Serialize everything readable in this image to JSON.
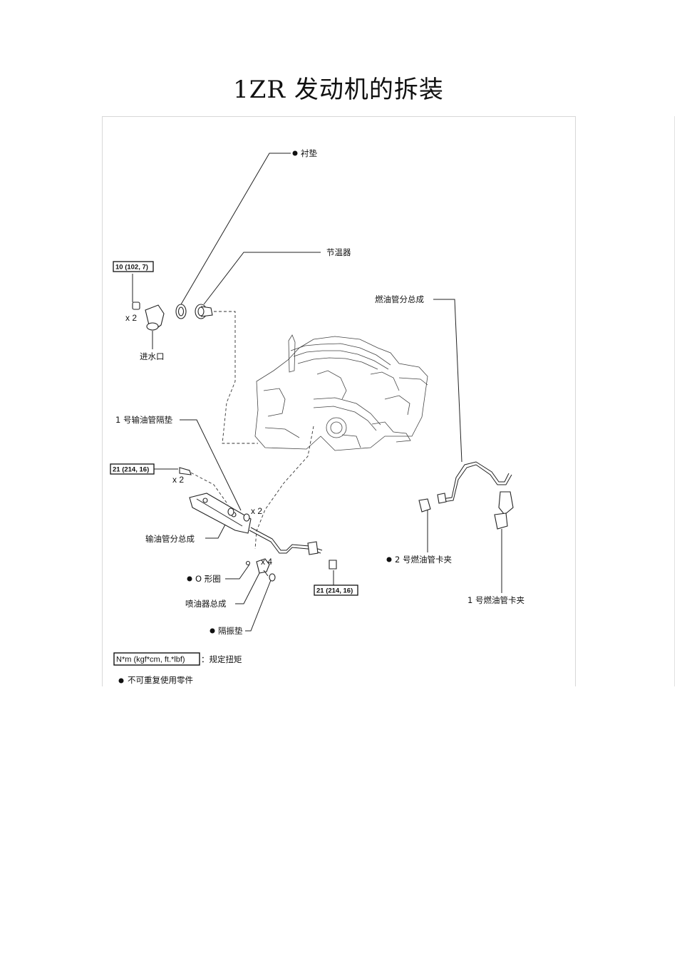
{
  "title": "1ZR 发动机的拆装",
  "labels": {
    "gasket": "衬垫",
    "thermostat": "节温器",
    "water_inlet": "进水口",
    "fuel_pipe_sub": "燃油管分总成",
    "spacer_no1": "1 号输油管隔垫",
    "delivery_pipe": "输油管分总成",
    "o_ring": "O 形圈",
    "injector": "喷油器总成",
    "insulator": "隔振垫",
    "clamp_no2": "2 号燃油管卡夹",
    "clamp_no1": "1 号燃油管卡夹"
  },
  "torques": {
    "water_inlet_bolt": "10 (102, 7)",
    "delivery_bolt_left": "21 (214, 16)",
    "delivery_bolt_right": "21 (214, 16)"
  },
  "counts": {
    "water_inlet_bolt": "x 2",
    "delivery_bolt": "x 2",
    "spacer": "x 2",
    "injector": "x 4"
  },
  "legend": {
    "torque_box": "N*m (kgf*cm, ft.*lbf)",
    "torque_desc": "：规定扭矩",
    "non_reusable": "不可重复使用零件"
  }
}
